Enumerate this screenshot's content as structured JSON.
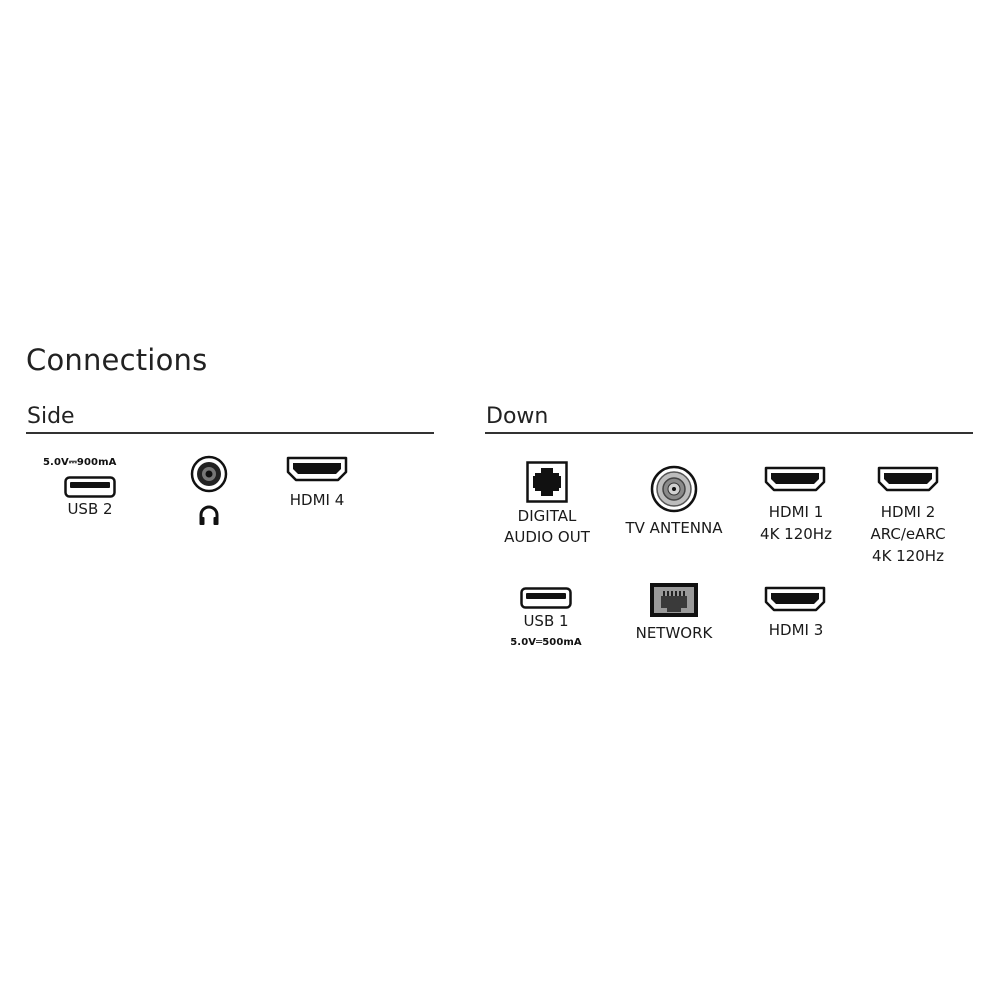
{
  "title": "Connections",
  "side": {
    "label": "Side",
    "usb2": {
      "spec": "5.0V⎓900mA",
      "label": "USB 2",
      "icon": "usb-icon"
    },
    "headphone": {
      "icon": "headphone-jack-icon",
      "sub_icon": "headphones-icon"
    },
    "hdmi4": {
      "label": "HDMI 4",
      "icon": "hdmi-icon"
    }
  },
  "down": {
    "label": "Down",
    "digital_audio": {
      "line1": "DIGITAL",
      "line2": "AUDIO OUT",
      "icon": "optical-audio-icon"
    },
    "antenna": {
      "label": "TV ANTENNA",
      "icon": "coax-antenna-icon"
    },
    "hdmi1": {
      "line1": "HDMI 1",
      "line2": "4K 120Hz",
      "icon": "hdmi-icon"
    },
    "hdmi2": {
      "line1": "HDMI 2",
      "line2": "ARC/eARC",
      "line3": "4K 120Hz",
      "icon": "hdmi-icon"
    },
    "usb1": {
      "label": "USB 1",
      "spec": "5.0V═500mA",
      "icon": "usb-icon"
    },
    "network": {
      "label": "NETWORK",
      "icon": "ethernet-icon"
    },
    "hdmi3": {
      "label": "HDMI 3",
      "icon": "hdmi-icon"
    }
  }
}
